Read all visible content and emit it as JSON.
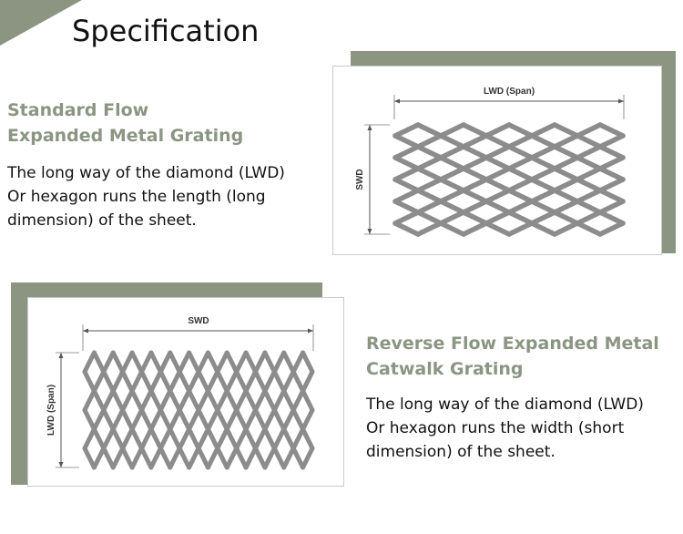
{
  "page": {
    "title": "Specification",
    "accent_color": "#8b9582"
  },
  "sections": [
    {
      "heading_lines": [
        "Standard Flow",
        "Expanded Metal Grating"
      ],
      "body_lines": [
        "The long way of the diamond (LWD)",
        "Or hexagon runs the length (long",
        "dimension) of the sheet."
      ]
    },
    {
      "heading_lines": [
        "Reverse Flow Expanded Metal",
        "Catwalk Grating"
      ],
      "body_lines": [
        "The long way of the diamond (LWD)",
        "Or hexagon runs the width (short",
        "dimension) of the sheet."
      ]
    }
  ],
  "diagrams": {
    "standard": {
      "horizontal_label": "LWD (Span)",
      "vertical_label": "SWD",
      "mesh_columns": 5,
      "mesh_rows": 5
    },
    "reverse": {
      "horizontal_label": "SWD",
      "vertical_label": "LWD (Span)",
      "mesh_columns": 12,
      "mesh_rows": 3
    }
  }
}
